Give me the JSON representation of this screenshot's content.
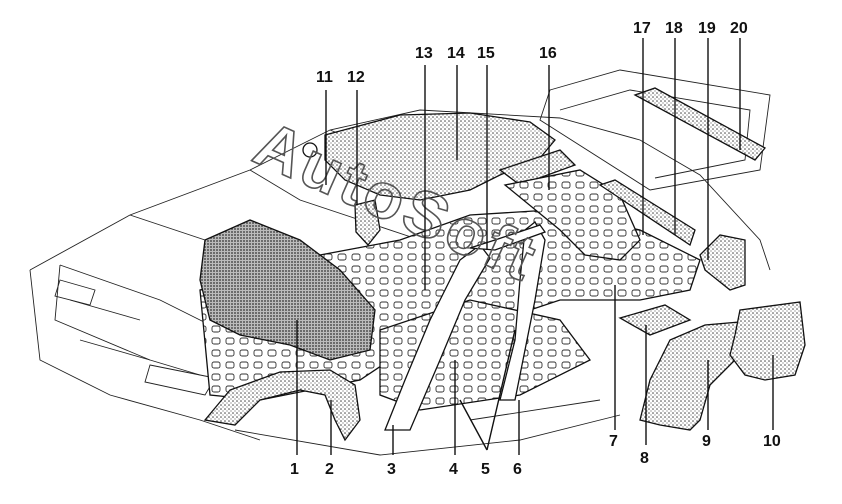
{
  "watermark": "AutoSoft",
  "colors": {
    "ink": "#111111",
    "stipple": "#8a8a8a",
    "background": "#ffffff"
  },
  "callouts": [
    "1",
    "2",
    "3",
    "4",
    "5",
    "6",
    "7",
    "8",
    "9",
    "10",
    "11",
    "12",
    "13",
    "14",
    "15",
    "16",
    "17",
    "18",
    "19",
    "20"
  ]
}
